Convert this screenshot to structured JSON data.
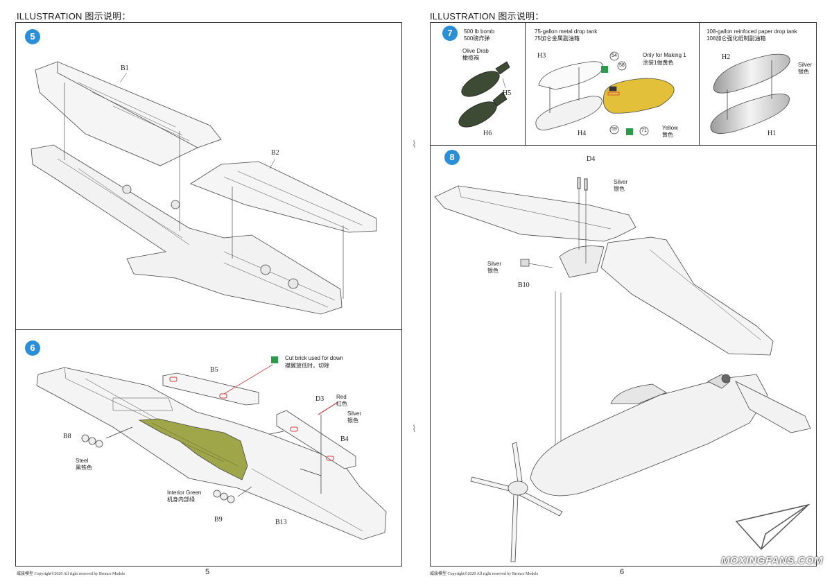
{
  "headings": {
    "left": "ILLUSTRATION 图示说明：",
    "right": "ILLUSTRATION 图示说明："
  },
  "step5": {
    "number": "5",
    "parts": {
      "b1": "B1",
      "b2": "B2"
    }
  },
  "step6": {
    "number": "6",
    "parts": {
      "b5": "B5",
      "b8": "B8",
      "b4": "B4",
      "b9": "B9",
      "b13": "B13",
      "d3": "D3"
    },
    "cut_note": {
      "en": "Cut  brick used for down",
      "zh": "襟翼放低时，切除"
    },
    "red": {
      "en": "Red",
      "zh": "红色"
    },
    "silver": {
      "en": "Silver",
      "zh": "银色"
    },
    "steel": {
      "en": "Steel",
      "zh": "黑铁色"
    },
    "interior": {
      "en": "Interior Green",
      "zh": "机身内部绿"
    }
  },
  "step7": {
    "number": "7",
    "bomb": {
      "title_en": "500 lb bomb",
      "title_zh": "500磅炸弹",
      "color_en": "Olive Drab",
      "color_zh": "橄榄褐",
      "h5": "H5",
      "h6": "H6"
    },
    "tank75": {
      "title_en": "75-gallon metal drop tank",
      "title_zh": "75加仑金属副油箱",
      "h3": "H3",
      "h4": "H4",
      "n54": "54",
      "n58": "58",
      "n59": "59",
      "n71": "71",
      "only_en": "Only for Making 1",
      "only_zh": "涂装1做黄色",
      "yellow_en": "Yellow",
      "yellow_zh": "黄色"
    },
    "tank108": {
      "title_en": "108-gallon reinfoced paper drop tank",
      "title_zh": "108加仑强化纸制副油箱",
      "h2": "H2",
      "h1": "H1",
      "silver_en": "Silver",
      "silver_zh": "银色"
    }
  },
  "step8": {
    "number": "8",
    "d4": "D4",
    "b10": "B10",
    "silver_top": {
      "en": "Silver",
      "zh": "银色"
    },
    "silver_left": {
      "en": "Silver",
      "zh": "银色"
    }
  },
  "footer": {
    "left_text": "威骏模型   Copyright©2020   All right reserved by Bronco Models",
    "left_num": "5",
    "right_text": "威骏模型   Copyright©2020   All right reserved by Bronco Models",
    "right_num": "6"
  },
  "watermark": "MOXINGFANS.COM",
  "colors": {
    "badge": "#2a8fd6",
    "interior_green": "#9fa64a",
    "olive_drab": "#3d4a34",
    "yellow": "#e2c03a",
    "marker_red": "#d43a3a",
    "marker_green": "#2c9a4a"
  }
}
